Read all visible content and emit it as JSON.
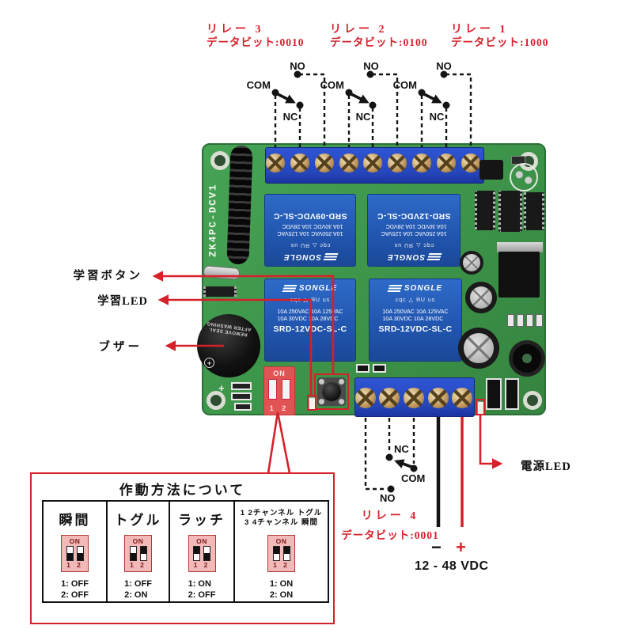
{
  "colors": {
    "annotation_red": "#d6202a",
    "pcb_green": "#3c9349",
    "terminal_blue": "#2f55d4",
    "relay_blue": "#2e6ac8",
    "board_dip_red": "#e25454",
    "table_dip_pink": "#f3b9b9"
  },
  "top_annotations": [
    {
      "name": "リレー 3",
      "bits": "データビット:0010"
    },
    {
      "name": "リレー 2",
      "bits": "データビット:0100"
    },
    {
      "name": "リレー 1",
      "bits": "データビット:1000"
    }
  ],
  "contact": {
    "no": "NO",
    "com": "COM",
    "nc": "NC"
  },
  "callouts": {
    "learn_button": "学習ボタン",
    "learn_led": "学習LED",
    "buzzer": "ブザー",
    "power_led": "電源LED"
  },
  "relay4": {
    "name": "リレー 4",
    "bits": "データビット:0001"
  },
  "power": {
    "minus": "−",
    "plus": "+",
    "range": "12 - 48 VDC"
  },
  "board": {
    "model": "ZK4PC-DCV1",
    "silk_plus": "+",
    "dip": {
      "on": "ON",
      "nums": "1 2"
    },
    "buzzer_text1": "REMOVE SEAL",
    "buzzer_text2": "AFTER WASHING",
    "relay_brand": "SONGLE",
    "relay_marks": "cqc △ ЯU us",
    "relay_ratings1": "10A 250VAC  10A 125VAC",
    "relay_ratings2": "10A 30VDC  10A 28VDC",
    "relay_parts": {
      "top_left": "SRD-09VDC-SL-C",
      "top_right": "SRD-12VDC-SL-C",
      "bottom_left": "SRD-12VDC-SL-C",
      "bottom_right": "SRD-12VDC-SL-C"
    }
  },
  "table": {
    "title": "作動方法について",
    "dip_on": "ON",
    "dip_nums": "1 2",
    "columns": [
      {
        "header": "瞬間",
        "sub": "",
        "dip": [
          "off",
          "off"
        ],
        "s1": "1: OFF",
        "s2": "2: OFF"
      },
      {
        "header": "トグル",
        "sub": "",
        "dip": [
          "off",
          "on"
        ],
        "s1": "1: OFF",
        "s2": "2: ON"
      },
      {
        "header": "ラッチ",
        "sub": "",
        "dip": [
          "on",
          "off"
        ],
        "s1": "1: ON",
        "s2": "2: OFF"
      },
      {
        "header": "1 2チャンネル トグル",
        "sub": "3 4チャンネル 瞬間",
        "dip": [
          "on",
          "on"
        ],
        "s1": "1: ON",
        "s2": "2: ON"
      }
    ]
  }
}
